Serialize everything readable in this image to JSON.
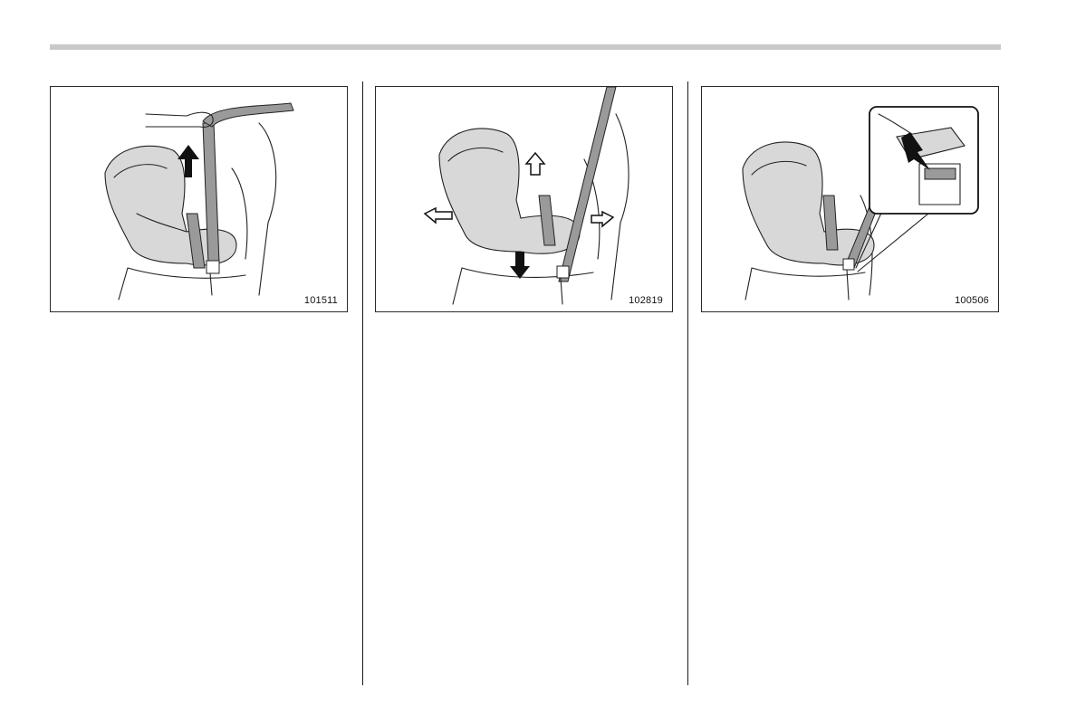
{
  "figures": [
    {
      "number": "101511",
      "icon": "child-seat-belt-pull-up"
    },
    {
      "number": "102819",
      "icon": "child-seat-shake-test"
    },
    {
      "number": "100506",
      "icon": "child-seat-buckle-detail"
    }
  ],
  "colors": {
    "rule": "#c9c9c9",
    "seat": "#d8d8d8",
    "belt": "#9a9a9a",
    "ink": "#111111"
  }
}
